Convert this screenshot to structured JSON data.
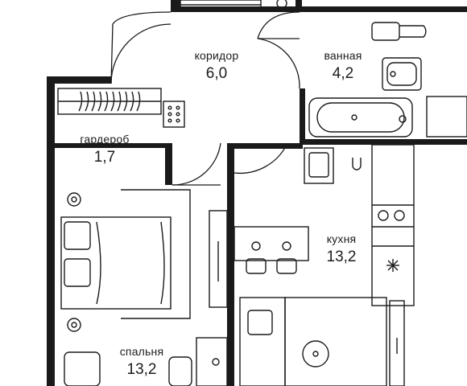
{
  "plan": {
    "wall_color": "#1a1a1a",
    "rooms": [
      {
        "id": "corridor",
        "name": "коридор",
        "area": "6,0"
      },
      {
        "id": "bathroom",
        "name": "ванная",
        "area": "4,2"
      },
      {
        "id": "wardrobe",
        "name": "гардероб",
        "area": "1,7"
      },
      {
        "id": "kitchen",
        "name": "кухня",
        "area": "13,2"
      },
      {
        "id": "bedroom",
        "name": "спальня",
        "area": "13,2"
      }
    ]
  }
}
